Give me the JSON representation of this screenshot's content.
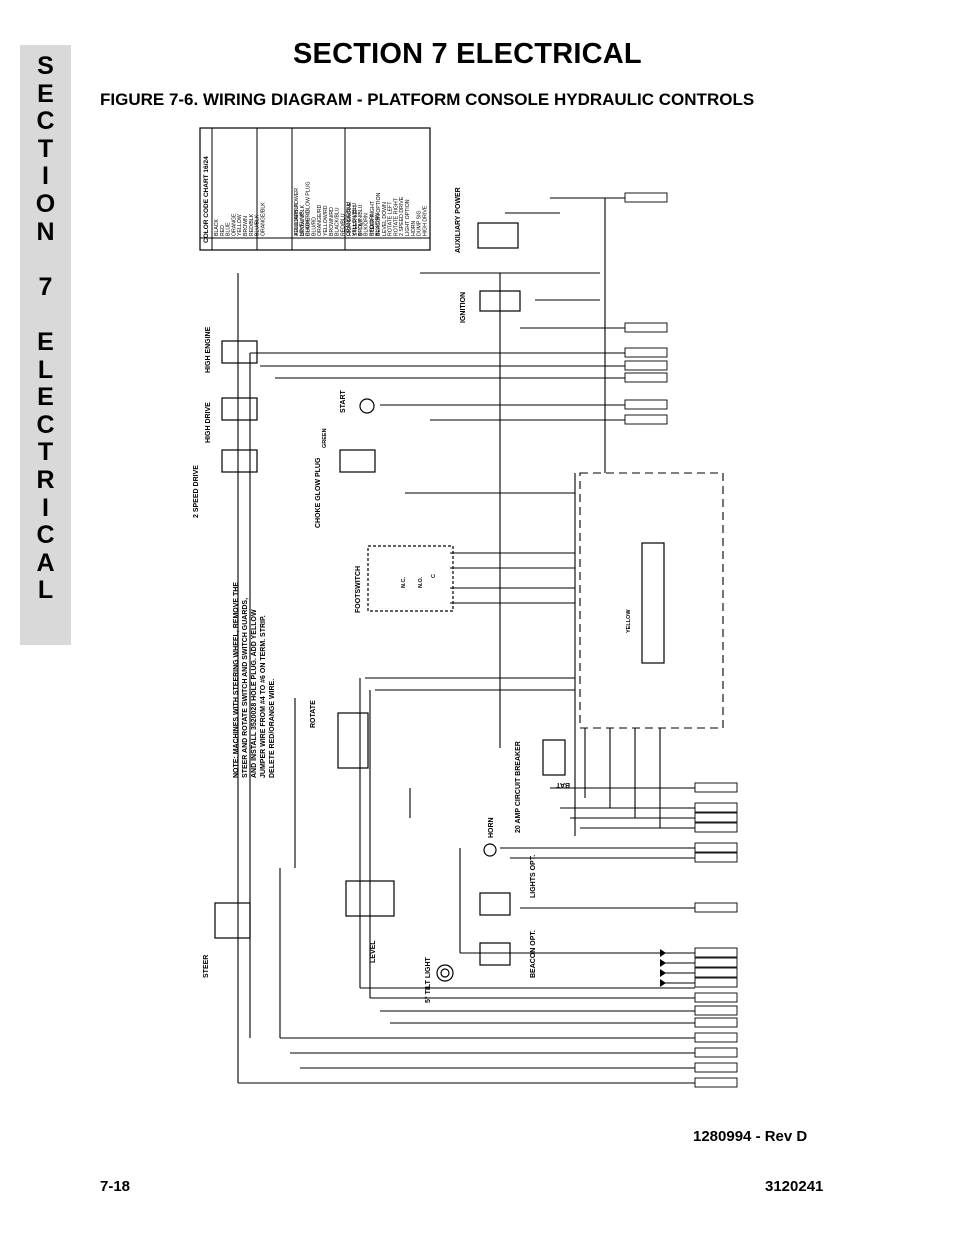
{
  "side_tab": {
    "letters": [
      "S",
      "E",
      "C",
      "T",
      "I",
      "O",
      "N",
      "",
      "7",
      "",
      "E",
      "L",
      "E",
      "C",
      "T",
      "R",
      "I",
      "C",
      "A",
      "L"
    ]
  },
  "header": {
    "section_title": "SECTION 7  ELECTRICAL",
    "figure_title": "FIGURE 7-6.    WIRING DIAGRAM - PLATFORM CONSOLE HYDRAULIC CONTROLS"
  },
  "color_chart": {
    "title": "COLOR CODE CHART 16/24",
    "columns": [
      [
        "BLACK",
        "RED",
        "BLUE",
        "ORANGE",
        "YELLOW",
        "BROWN",
        "RED/BLK",
        "BLU/BLK",
        "ORANGE/BLK"
      ],
      [
        "",
        "",
        "",
        "",
        "",
        "",
        "AUXILIARY POWER",
        "LEVEL UP",
        "CHOKE - GLOW PLUG"
      ],
      [
        "YELLOW/BLK",
        "BROWN/BLK",
        "BLACK/RD",
        "BLU/RD",
        "ORANGE/RD",
        "YELLOW/RD",
        "BROWN/RD",
        "BLACK/BLU",
        "RED/BLU",
        "ORANGE/BLU",
        "YELLOW/BLU",
        "BROWN/BLU",
        "BLK/ORN",
        "RED/ORN",
        "BLU/ORN"
      ],
      [
        "HIGH ENGINE",
        "STEER LEFT",
        "5° TILT",
        "",
        "STEER RIGHT",
        "BEACON OPTION",
        "LEVEL DOWN",
        "ROTATE LEFT",
        "ROTATE RIGHT",
        "2 SPEED DRIVE",
        "LIGHT OPTION",
        "HORN",
        "DUMP SIG",
        "HIGH DRIVE"
      ]
    ]
  },
  "labels": {
    "auxiliary_power": "AUXILIARY POWER",
    "ignition": "IGNITION",
    "high_engine": "HIGH ENGINE",
    "high_drive": "HIGH DRIVE",
    "two_speed_drive": "2 SPEED DRIVE",
    "start": "START",
    "choke_glow_plug": "CHOKE GLOW PLUG",
    "footswitch": "FOOTSWITCH",
    "rotate": "ROTATE",
    "level": "LEVEL",
    "steer": "STEER",
    "horn": "HORN",
    "lights_opt": "LIGHTS OPT.",
    "beacon_opt": "BEACON OPT.",
    "tilt_light": "5° TILT LIGHT",
    "circuit_breaker": "20 AMP CIRCUIT BREAKER",
    "bat": "BAT",
    "green": "GREEN",
    "yellow": "YELLOW",
    "no": "N.O.",
    "nc": "N.C.",
    "c": "C",
    "note_lines": [
      "NOTE: MACHINES WITH STEERING WHEEL, REMOVE THE",
      "STEER AND ROTATE SWITCH AND SWITCH GUARDS,",
      "AND INSTALL 3520028 HOLE PLUG. ADD YELLOW",
      "JUMPER WIRE FROM #4 TO #6 ON TERM. STRIP.",
      "DELETE RED/ORANGE WIRE."
    ]
  },
  "footer": {
    "revision": "1280994 - Rev D",
    "page_number": "7-18",
    "document_number": "3120241"
  },
  "colors": {
    "tab_background": "#d9d9d9",
    "ink": "#000000"
  }
}
